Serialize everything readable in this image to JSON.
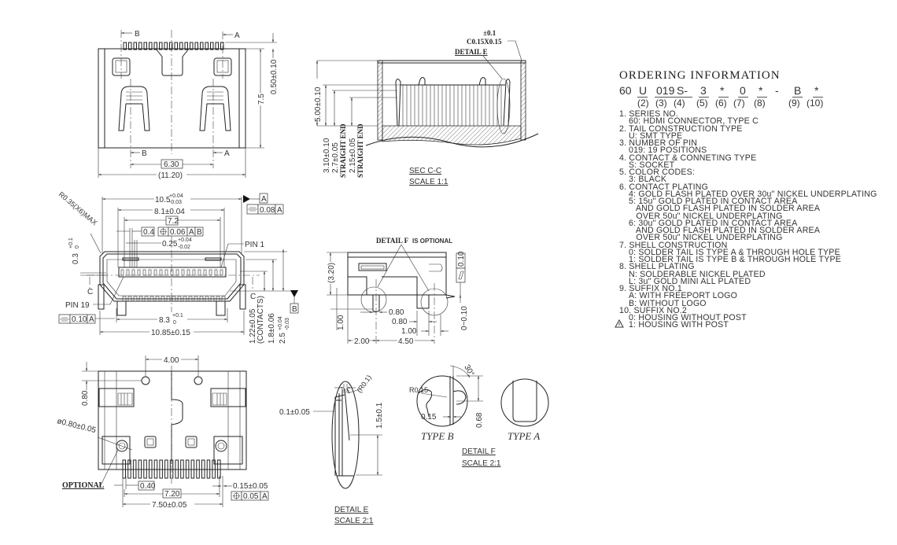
{
  "top_view": {
    "b_top": "B",
    "a_top": "A",
    "b_bot": "B",
    "a_bot": "A",
    "dim_630": "6.30",
    "dim_1120": "(11.20)",
    "dim_75": "7.5",
    "dim_050": "0.50±0.10"
  },
  "front_view": {
    "dim_105": "10.5",
    "dim_105_up": "+0.04",
    "dim_105_lo": "-0.03",
    "datum_a": "A",
    "flat_008": "0.08",
    "flat_008_ref": "A",
    "dim_81": "8.1±0.04",
    "dim_72": "7.2",
    "dim_04": "0.4",
    "pos_006": "0.06",
    "pos_ref1": "A",
    "pos_ref2": "B",
    "dim_025": "0.25",
    "dim_025_up": "+0.04",
    "dim_025_lo": "-0.02",
    "pin1": "PIN 1",
    "pin19": "PIN 19",
    "radius": "R0.35(X6)MAX",
    "dim_03": "0.3",
    "dim_03_up": "+0.1",
    "dim_03_lo": "0",
    "sec_c_left": "C",
    "sec_c_right": "C",
    "flat_010": "0.10",
    "flat_010_ref": "A",
    "dim_83": "8.3",
    "dim_83_up": "+0.1",
    "dim_83_lo": "0",
    "dim_1085": "10.85±0.15",
    "dim_122": "1.22±0.05",
    "dim_122_note": "(CONTACTS)",
    "dim_18": "1.8±0.06",
    "dim_25": "2.5",
    "dim_25_up": "+0.04",
    "dim_25_lo": "-0.03",
    "datum_b": "B"
  },
  "bottom_view": {
    "dim_400": "4.00",
    "dim_080": "0.80",
    "dia": "ø0.80±0.05",
    "optional": "OPTIONAL",
    "dim_040": "0.40",
    "dim_720": "7.20",
    "dim_750": "7.50±0.05",
    "dim_015": "0.15±0.05",
    "pos_005": "0.05",
    "pos_ref": "A"
  },
  "section_cc": {
    "tol": "±0.1",
    "chamfer": "C0.15X0.15",
    "detail_e": "DETAIL E",
    "dim_500": "5.00±0.10",
    "dim_310": "3.10±0.10",
    "dim_27": "2.7±0.05",
    "straight1": "STRAIGHT END",
    "dim_215": "2.15±0.05",
    "straight2": "STRAIGHT END",
    "title": "SEC C-C",
    "scale": "SCALE 1:1"
  },
  "side_view": {
    "detail_f": "DETAIL F",
    "optional": "IS OPTIONAL",
    "dim_320": "(3.20)",
    "par_010": "0.10",
    "dim_080a": "0.80",
    "dim_080b": "0.80",
    "dim_100": "1.00",
    "dim_100v": "1.00",
    "dim_200": "2.00",
    "dim_450": "4.50",
    "dim_0010": "0~0.10"
  },
  "detail_e": {
    "dim_01": "0.1±0.05",
    "radius": "(R0.1)",
    "dim_15": "1.5±0.1",
    "title": "DETAIL E",
    "scale": "SCALE 2:1"
  },
  "detail_f": {
    "radius": "R0.15",
    "angle": "30°",
    "dim_015": "0.15",
    "dim_068": "0.68",
    "type_b": "TYPE B",
    "type_a": "TYPE A",
    "title": "DETAIL F",
    "scale": "SCALE 2:1"
  },
  "ordering": {
    "title": "ORDERING INFORMATION",
    "code": [
      {
        "part": "60",
        "index": ""
      },
      {
        "part": "U",
        "index": "(2)"
      },
      {
        "part": "019",
        "index": "(3)"
      },
      {
        "part": "S-",
        "index": "(4)"
      },
      {
        "part": "3",
        "index": "(5)"
      },
      {
        "part": "*",
        "index": "(6)"
      },
      {
        "part": "0",
        "index": "(7)"
      },
      {
        "part": "*",
        "index": "(8)"
      },
      {
        "part": "-",
        "index": ""
      },
      {
        "part": "B",
        "index": "(9)"
      },
      {
        "part": "*",
        "index": "(10)"
      }
    ],
    "items": [
      {
        "title": "1. SERIES NO.",
        "options": [
          "60: HDMI CONNECTOR, TYPE C"
        ]
      },
      {
        "title": "2. TAIL CONSTRUCTION TYPE",
        "options": [
          "U: SMT TYPE"
        ]
      },
      {
        "title": "3. NUMBER OF PIN",
        "options": [
          "019: 19 POSITIONS"
        ]
      },
      {
        "title": "4. CONTACT & CONNETING TYPE",
        "options": [
          "S: SOCKET"
        ]
      },
      {
        "title": "5. COLOR CODES:",
        "options": [
          "3: BLACK"
        ]
      },
      {
        "title": "6. CONTACT PLATING",
        "options": [
          "4: GOLD FLASH PLATED OVER 30u\" NICKEL UNDERPLATING",
          "5: 15u\" GOLD PLATED IN CONTACT AREA",
          "   AND GOLD FLASH PLATED IN SOLDER AREA",
          "   OVER 50u\" NICKEL UNDERPLATING",
          "6: 30u\" GOLD PLATED IN CONTACT AREA",
          "   AND GOLD FLASH PLATED IN SOLDER AREA",
          "   OVER 50u\" NICKEL UNDERPLATING"
        ]
      },
      {
        "title": "7. SHELL CONSTRUCTION",
        "options": [
          "0: SOLDER TAIL IS TYPE A & THROUGH HOLE TYPE",
          "1: SOLDER TAIL IS TYPE B & THROUGH HOLE TYPE"
        ]
      },
      {
        "title": "8. SHELL PLATING",
        "options": [
          "N: SOLDERABLE NICKEL PLATED",
          "L: 3u\" GOLD MINI ALL PLATED"
        ]
      },
      {
        "title": "9. SUFFIX NO.1",
        "options": [
          "A: WITH FREEPORT LOGO",
          "B: WITHOUT LOGO"
        ]
      },
      {
        "title": "10. SUFFIX NO.2",
        "options": [
          "0: HOUSING WITHOUT POST",
          "1: HOUSING WITH POST"
        ]
      }
    ],
    "revision_mark_icon": "warning-triangle-icon"
  }
}
